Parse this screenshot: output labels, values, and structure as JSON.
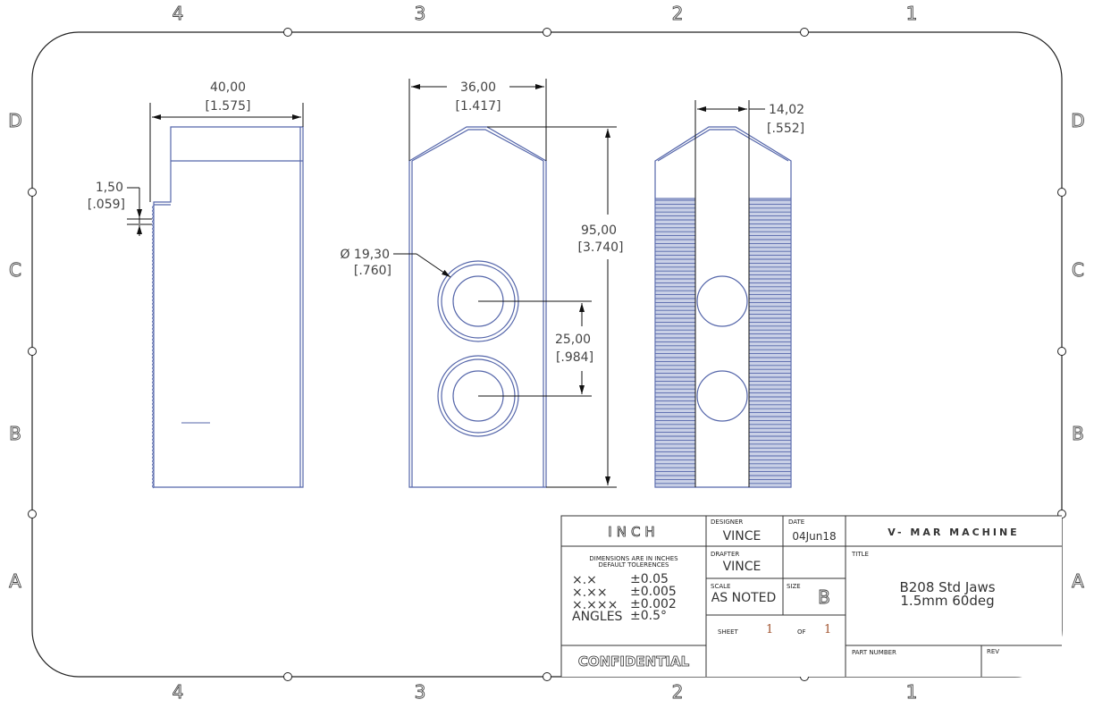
{
  "zones": {
    "columns": [
      "4",
      "3",
      "2",
      "1"
    ],
    "rows": [
      "D",
      "C",
      "B",
      "A"
    ]
  },
  "dimensions": {
    "side_width": {
      "mm": "40,00",
      "inch": "[1.575]"
    },
    "step_height": {
      "mm": "1,50",
      "inch": "[.059]"
    },
    "front_width": {
      "mm": "36,00",
      "inch": "[1.417]"
    },
    "hole_diameter": {
      "mm": "Ø 19,30",
      "inch": "[.760]"
    },
    "hole_spacing": {
      "mm": "25,00",
      "inch": "[.984]"
    },
    "height": {
      "mm": "95,00",
      "inch": "[3.740]"
    },
    "slot_width": {
      "mm": "14,02",
      "inch": "[.552]"
    }
  },
  "title_block": {
    "units": "INCH",
    "tolerance_header": "DIMENSIONS ARE IN INCHES",
    "tolerance_subheader": "DEFAULT TOLERENCES",
    "tolerances": [
      {
        "format": "×.×",
        "value": "±0.05"
      },
      {
        "format": "×.××",
        "value": "±0.005"
      },
      {
        "format": "×.×××",
        "value": "±0.002"
      },
      {
        "format": "ANGLES",
        "value": "±0.5°"
      }
    ],
    "confidential": "CONFIDENTIAL",
    "designer_label": "DESIGNER",
    "designer": "VINCE",
    "date_label": "DATE",
    "date": "04Jun18",
    "drafter_label": "DRAFTER",
    "drafter": "VINCE",
    "scale_label": "SCALE",
    "scale": "AS NOTED",
    "size_label": "SIZE",
    "size": "B",
    "sheet_label": "SHEET",
    "sheet": "1",
    "of_label": "OF",
    "of": "1",
    "company": "V- MAR  MACHINE",
    "title_label": "TITLE",
    "title_line1": "B208 Std Jaws",
    "title_line2": "1.5mm 60deg",
    "part_number_label": "PART NUMBER",
    "rev_label": "REV"
  },
  "colors": {
    "part": "#5566aa",
    "sheet_numbers": "#a0522d"
  }
}
